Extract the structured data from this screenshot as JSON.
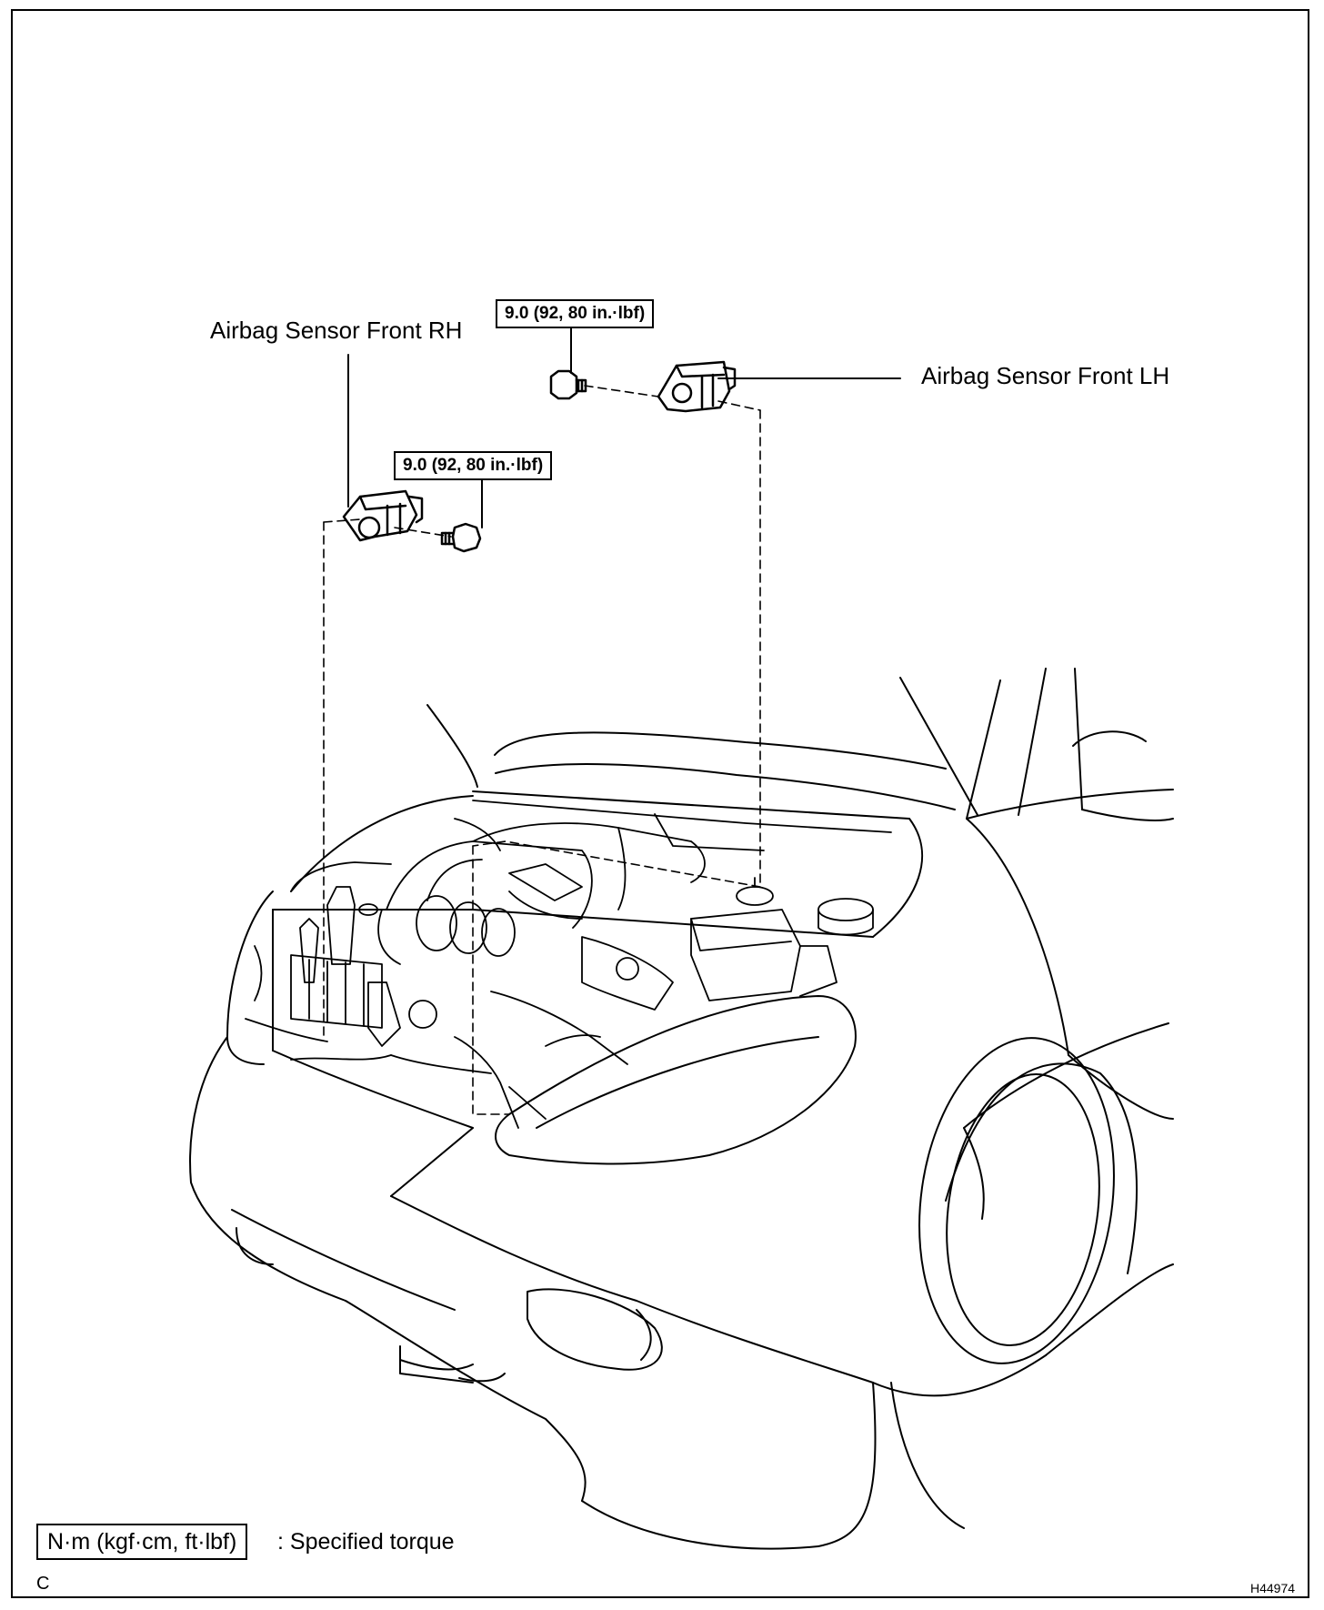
{
  "labels": {
    "sensor_rh": "Airbag Sensor Front RH",
    "sensor_lh": "Airbag Sensor Front LH"
  },
  "torque": {
    "lh_bolt": "9.0 (92, 80 in.·lbf)",
    "rh_bolt": "9.0 (92, 80 in.·lbf)"
  },
  "legend": {
    "unit_box": "N·m (kgf·cm, ft·lbf)",
    "description": ": Specified torque"
  },
  "corner_letter": "C",
  "figure_code": "H44974",
  "colors": {
    "line": "#000000",
    "background": "#ffffff"
  }
}
